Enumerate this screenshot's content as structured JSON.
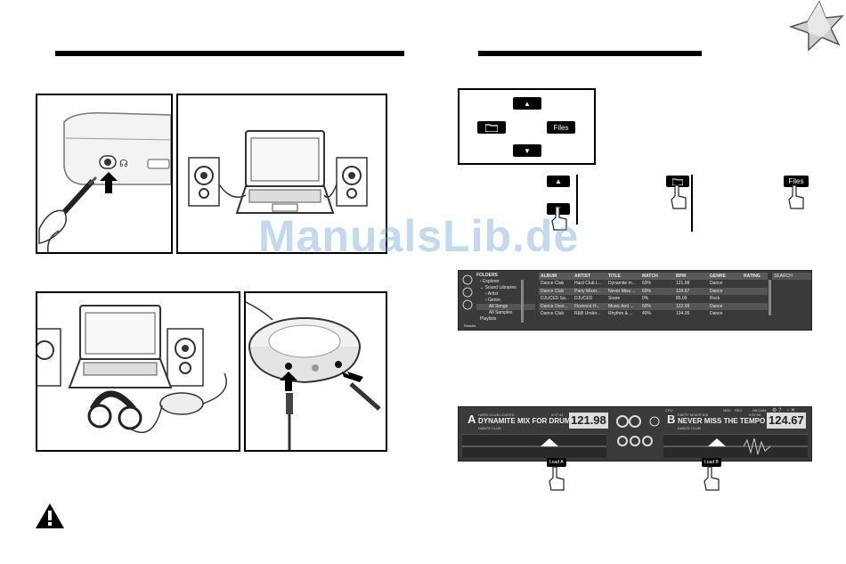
{
  "watermark": "ManualsLib.de",
  "buttons": {
    "files": "Files"
  },
  "browser": {
    "folders": [
      "FOLDERS",
      "Explorer",
      "Sound Libraries",
      "Artist",
      "Genre",
      "All Songs",
      "All Samples",
      "Playlists",
      "Results"
    ],
    "columns": [
      "ALBUM",
      "ARTIST",
      "TITLE",
      "MATCH",
      "BPM",
      "GENRE",
      "RATING"
    ],
    "rows": [
      [
        "Dance Club",
        "Hard Club L...",
        "Dynamite m...",
        "60%",
        "121.98",
        "Dance",
        ""
      ],
      [
        "Dance Club",
        "Party Mixer...",
        "Never Miss ...",
        "60%",
        "124.67",
        "Dance",
        ""
      ],
      [
        "DJUCED Sa...",
        "DJUCED",
        "Snare",
        "0%",
        "85.06",
        "Rock",
        ""
      ],
      [
        "Dance Over...",
        "Florence H...",
        "Music And ...",
        "60%",
        "122.99",
        "Dance",
        ""
      ],
      [
        "Dance Club",
        "R&B Under...",
        "Rhythm & ...",
        "40%",
        "134.99",
        "Dance",
        ""
      ]
    ],
    "search": "SEARCH"
  },
  "deck": {
    "a_letter": "A",
    "a_artist": "HARD CLUB LOVERS",
    "a_title": "DYNAMITE MIX FOR DRUMS A",
    "a_genre": "DANCE CLUB",
    "a_time": "0:07:44",
    "a_bpm": "121.98",
    "b_letter": "B",
    "b_artist": "PARTY MIXER BIS",
    "b_title": "NEVER MISS THE TEMPO",
    "b_genre": "DANCE CLUB",
    "b_time": "0:57:38",
    "b_bpm": "124.67",
    "cpu": "CPU",
    "midi": "MIDI",
    "rec": "REC",
    "djuced": "HILOAM",
    "load_a": "Load A",
    "load_b": "Load B"
  }
}
